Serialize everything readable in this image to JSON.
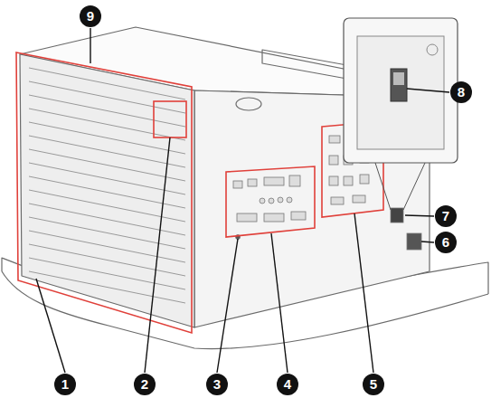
{
  "diagram": {
    "labels": [
      "9",
      "8",
      "7",
      "6",
      "1",
      "2",
      "3",
      "4",
      "5"
    ]
  }
}
